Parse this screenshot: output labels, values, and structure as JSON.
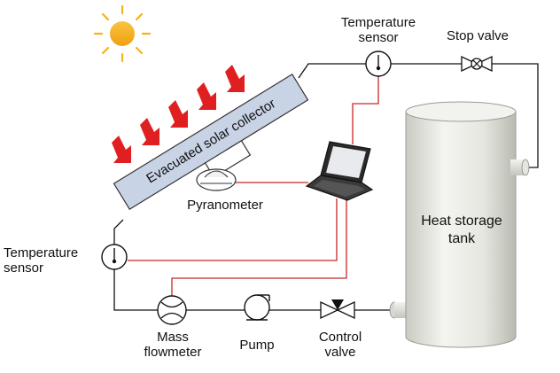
{
  "labels": {
    "top_temperature_sensor": [
      "Temperature",
      "sensor"
    ],
    "stop_valve": "Stop valve",
    "collector": "Evacuated solar collector",
    "pyranometer": "Pyranometer",
    "heat_storage_tank": [
      "Heat storage",
      "tank"
    ],
    "left_temperature_sensor": [
      "Temperature",
      "sensor"
    ],
    "mass_flowmeter": [
      "Mass",
      "flowmeter"
    ],
    "pump": "Pump",
    "control_valve": [
      "Control",
      "valve"
    ]
  },
  "colors": {
    "pipe": "#111111",
    "signal_wire": "#c8282a",
    "sun": "#f6b21a",
    "radiation_arrow": "#e02020",
    "collector_fill": "#c9d3e6",
    "tank_fill": "#e8e9e2"
  }
}
